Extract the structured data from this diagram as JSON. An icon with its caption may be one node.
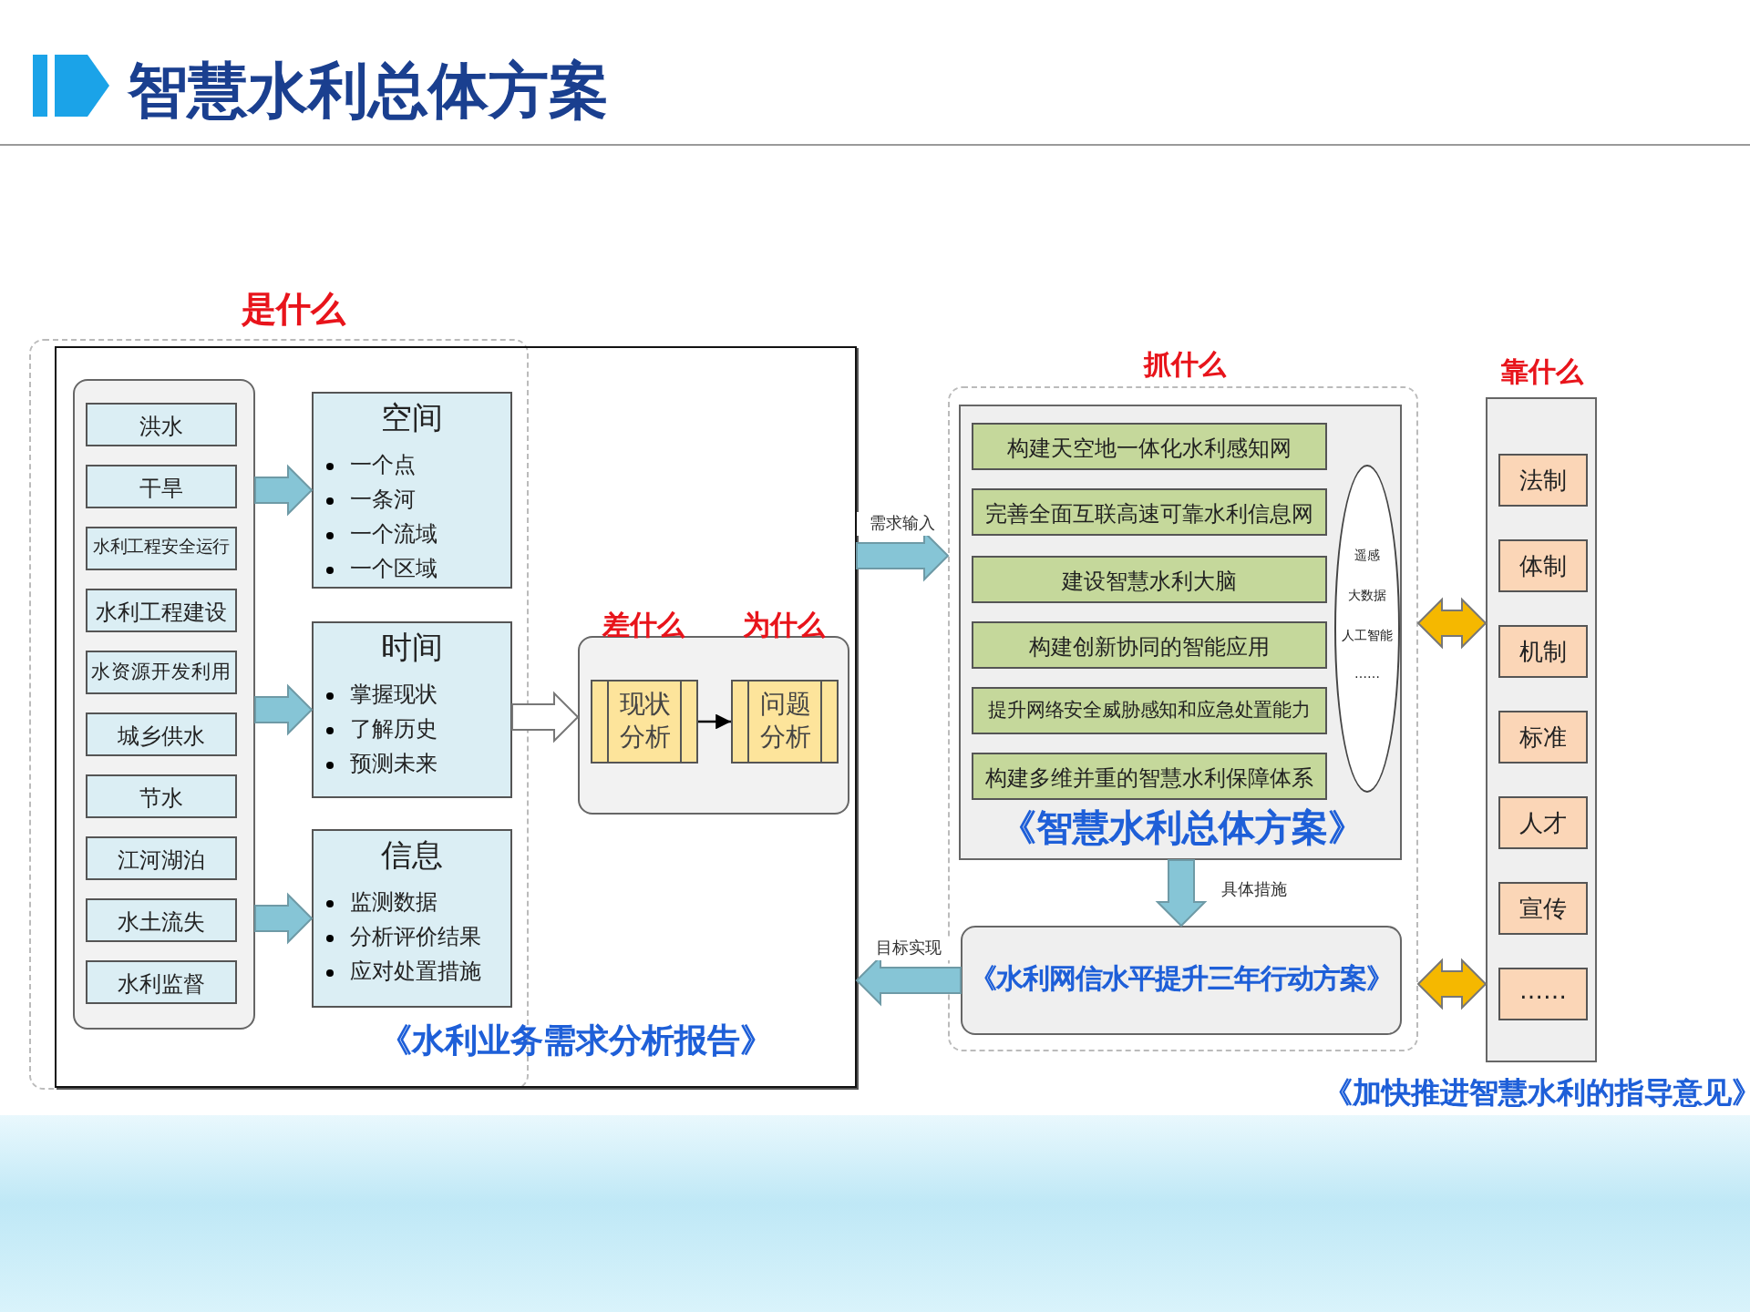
{
  "diagram": {
    "title": "智慧水利总体方案",
    "nodes": [
      {
        "text": [
          "是什么",
          "《水利业务需求分析报告》"
        ]
      },
      {
        "text": [],
        "shape": "box",
        "in": 0
      },
      {
        "text": [
          "洪水"
        ],
        "in": 1
      },
      {
        "text": [
          "干旱"
        ],
        "in": 1
      },
      {
        "text": [
          "水利工程安全运行"
        ],
        "in": 1
      },
      {
        "text": [
          "水利工程建设"
        ],
        "in": 1
      },
      {
        "text": [
          "水资源开发利用"
        ],
        "in": 1
      },
      {
        "text": [
          "城乡供水"
        ],
        "in": 1
      },
      {
        "text": [
          "节水"
        ],
        "in": 1
      },
      {
        "text": [
          "江河湖泊"
        ],
        "in": 1
      },
      {
        "text": [
          "水土流失"
        ],
        "in": 1
      },
      {
        "text": [
          "水利监督"
        ],
        "in": 1
      },
      {
        "text": [
          "空间",
          "一个点",
          "一条河",
          "一个流域",
          "一个区域"
        ],
        "in": 0
      },
      {
        "text": [
          "时间",
          "掌握现状",
          "了解历史",
          "预测未来"
        ],
        "in": 0
      },
      {
        "text": [
          "信息",
          "监测数据",
          "分析评价结果",
          "应对处置措施"
        ],
        "in": 0
      },
      {
        "text": [],
        "shape": "box",
        "in": 0
      },
      {
        "text": [
          "现状分析"
        ],
        "beside": [
          "差什么"
        ],
        "in": 15
      },
      {
        "text": [
          "问题分析"
        ],
        "beside": [
          "为什么"
        ],
        "in": 15
      },
      {
        "text": [
          "抓什么"
        ]
      },
      {
        "text": [
          "《智慧水利总体方案》"
        ],
        "in": 18
      },
      {
        "text": [
          "构建天空地一体化水利感知网"
        ],
        "in": 19
      },
      {
        "text": [
          "完善全面互联高速可靠水利信息网"
        ],
        "in": 19
      },
      {
        "text": [
          "建设智慧水利大脑"
        ],
        "in": 19
      },
      {
        "text": [
          "构建创新协同的智能应用"
        ],
        "in": 19
      },
      {
        "text": [
          "提升网络安全威胁感知和应急处置能力"
        ],
        "in": 19
      },
      {
        "text": [
          "构建多维并重的智慧水利保障体系"
        ],
        "in": 19
      },
      {
        "text": [
          "遥感",
          "大数据",
          "人工智能",
          "……"
        ],
        "in": 19
      },
      {
        "text": [
          "《水利网信水平提升三年行动方案》"
        ],
        "in": 18
      },
      {
        "text": [
          "靠什么"
        ]
      },
      {
        "text": [
          "法制"
        ],
        "in": 28
      },
      {
        "text": [
          "体制"
        ],
        "in": 28
      },
      {
        "text": [
          "机制"
        ],
        "in": 28
      },
      {
        "text": [
          "标准"
        ],
        "in": 28
      },
      {
        "text": [
          "人才"
        ],
        "in": 28
      },
      {
        "text": [
          "宣传"
        ],
        "in": 28
      },
      {
        "text": [
          "……"
        ],
        "in": 28
      }
    ],
    "edges": [
      {
        "from": 1,
        "to": 12,
        "arrow": "to",
        "style": "thick"
      },
      {
        "from": 1,
        "to": 13,
        "arrow": "to",
        "style": "thick"
      },
      {
        "from": 1,
        "to": 14,
        "arrow": "to",
        "style": "thick"
      },
      {
        "from": 13,
        "to": 15,
        "arrow": "to",
        "style": "thick",
        "color": "#ffffff"
      },
      {
        "from": 16,
        "to": 17,
        "arrow": "to",
        "color": "#000000"
      },
      {
        "from": 0,
        "to": 18,
        "arrow": "to",
        "style": "thick",
        "label": "需求输入"
      },
      {
        "from": 19,
        "to": 27,
        "arrow": "to",
        "style": "thick",
        "label": "具体措施"
      },
      {
        "from": 27,
        "to": 0,
        "arrow": "to",
        "style": "thick",
        "label": "目标实现"
      },
      {
        "from": 18,
        "to": 28,
        "arrow": "both",
        "style": "thick",
        "color": "#f5b800"
      },
      {
        "from": 18,
        "to": 28,
        "arrow": "both",
        "style": "thick",
        "color": "#f5b800"
      }
    ],
    "labels": [
      "《加快推进智慧水利的指导意见》"
    ]
  }
}
